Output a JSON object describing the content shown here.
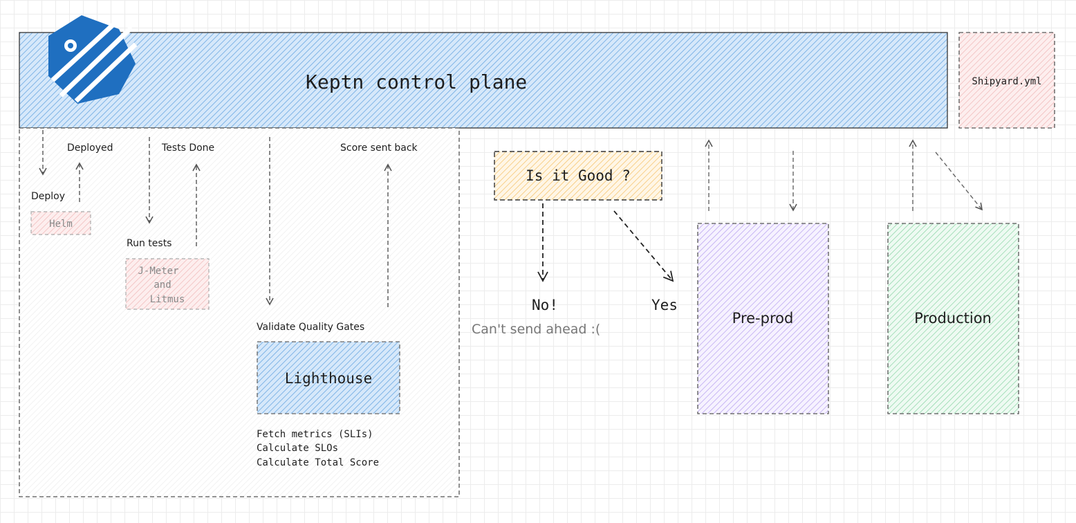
{
  "control_plane": {
    "title": "Keptn control plane",
    "logo_icon": "keptn-logo-icon"
  },
  "shipyard": {
    "label": "Shipyard.yml"
  },
  "flow": {
    "deployed": "Deployed",
    "tests_done": "Tests Done",
    "score_sent_back": "Score sent back",
    "deploy": "Deploy",
    "run_tests": "Run tests",
    "validate_quality_gates": "Validate Quality Gates"
  },
  "services": {
    "helm": "Helm",
    "jmeter": [
      "J-Meter",
      "and",
      "Litmus"
    ],
    "lighthouse": "Lighthouse",
    "lighthouse_steps": [
      "Fetch metrics (SLIs)",
      "Calculate SLOs",
      "Calculate Total Score"
    ]
  },
  "decision": {
    "question": "Is it Good ?",
    "no": "No!",
    "yes": "Yes",
    "no_note": "Can't send ahead :("
  },
  "stages": {
    "preprod": "Pre-prod",
    "production": "Production"
  },
  "colors": {
    "blue": "#4a90d9",
    "blue_hatch": "#a8cdf0",
    "red_hatch": "#f0b8b8",
    "orange_hatch": "#f5c36b",
    "purple_hatch": "#b9a3f0",
    "green_hatch": "#8fd6a8",
    "line": "#555555"
  }
}
